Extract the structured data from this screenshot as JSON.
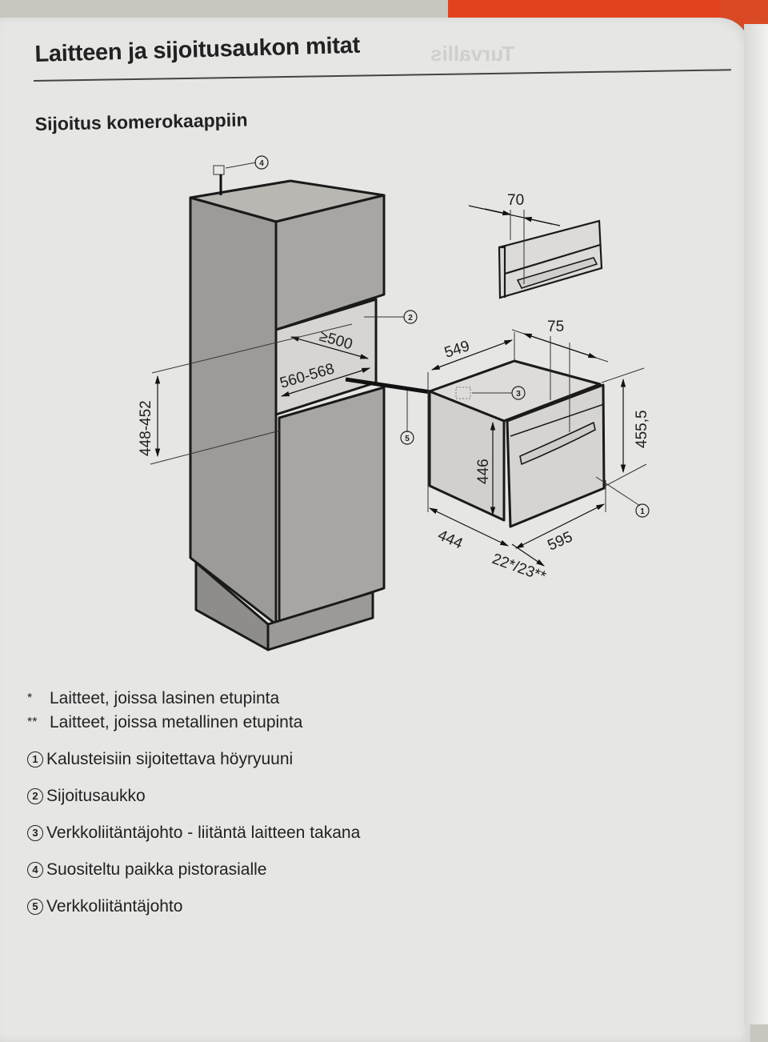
{
  "page": {
    "title": "Laitteen ja sijoitusaukon mitat",
    "subtitle": "Sijoitus komerokaappiin"
  },
  "diagram": {
    "callouts": [
      "1",
      "2",
      "3",
      "4",
      "5"
    ],
    "dimensions": {
      "handle_depth": "70",
      "niche_depth": "≥500",
      "niche_width": "560-568",
      "niche_height": "448-452",
      "appliance_depth": "549",
      "front_depth": "75",
      "appliance_height_front": "455,5",
      "appliance_body_height": "446",
      "appliance_side_depth": "444",
      "appliance_width": "595",
      "front_thickness": "22*/23**"
    }
  },
  "legend": {
    "notes": [
      {
        "mark": "*",
        "text": "Laitteet, joissa lasinen etupinta"
      },
      {
        "mark": "**",
        "text": "Laitteet, joissa metallinen etupinta"
      }
    ],
    "items": [
      {
        "num": "1",
        "text": "Kalusteisiin sijoitettava höyryuuni"
      },
      {
        "num": "2",
        "text": "Sijoitusaukko"
      },
      {
        "num": "3",
        "text": "Verkkoliitäntäjohto - liitäntä laitteen takana"
      },
      {
        "num": "4",
        "text": "Suositeltu paikka pistorasialle"
      },
      {
        "num": "5",
        "text": "Verkkoliitäntäjohto"
      }
    ]
  }
}
